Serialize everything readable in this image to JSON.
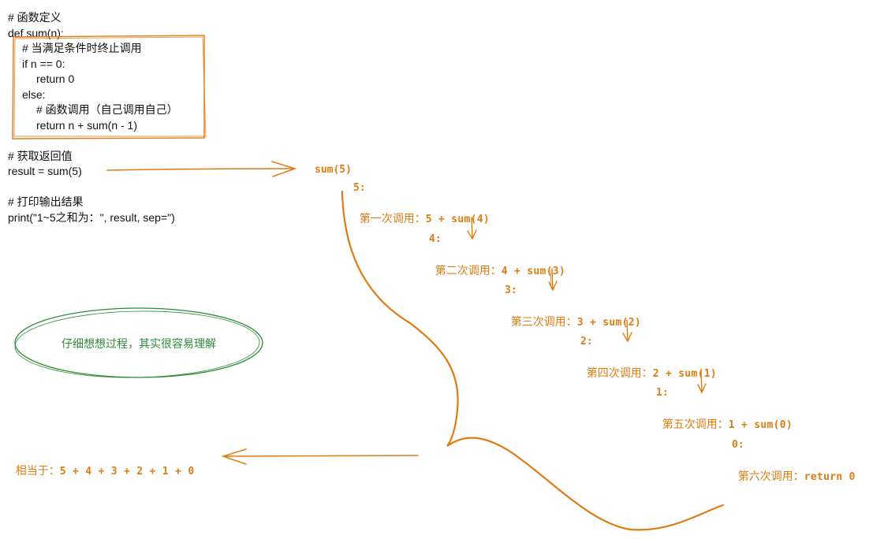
{
  "code": {
    "comment_func_def": "# 函数定义",
    "def_line": "def sum(n):",
    "comment_stop": "# 当满足条件时终止调用",
    "if_line": "if n == 0:",
    "return0_line": "return 0",
    "else_line": "else:",
    "comment_call": "# 函数调用（自己调用自己）",
    "return_rec_line": "return n + sum(n - 1)",
    "comment_get": "# 获取返回值",
    "result_line": "result = sum(5)",
    "comment_print": "# 打印输出结果",
    "print_line": "print(\"1~5之和为：\", result, sep=\")"
  },
  "diagram": {
    "root_call": "sum(5)",
    "steps": [
      {
        "n": "5:",
        "label": "第一次调用：",
        "expr": "5 + sum(4)"
      },
      {
        "n": "4:",
        "label": "第二次调用：",
        "expr": "4 + sum(3)"
      },
      {
        "n": "3:",
        "label": "第三次调用：",
        "expr": "3 + sum(2)"
      },
      {
        "n": "2:",
        "label": "第四次调用：",
        "expr": "2 + sum(1)"
      },
      {
        "n": "1:",
        "label": "第五次调用：",
        "expr": "1 + sum(0)"
      },
      {
        "n": "0:",
        "label": "第六次调用：",
        "expr": "return 0"
      }
    ],
    "equivalent_label": "相当于：",
    "equivalent_expr": "5 + 4 + 3 + 2 + 1 + 0",
    "thought_note": "仔细想想过程，其实很容易理解"
  },
  "colors": {
    "accent_orange": "#e07b12",
    "note_green": "#2e8b3a",
    "code_text": "#111111"
  }
}
